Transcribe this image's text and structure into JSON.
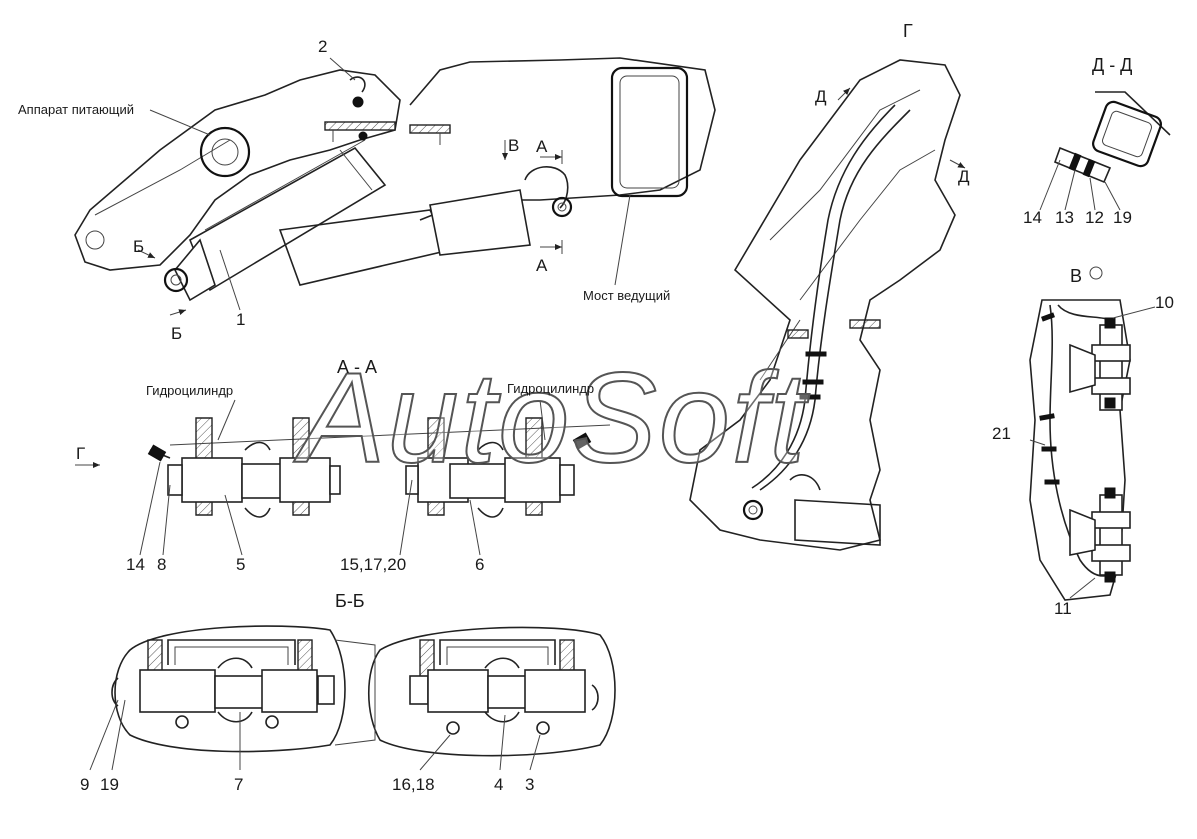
{
  "captions": {
    "apparatus": "Аппарат питающий",
    "axle": "Мост ведущий",
    "cylinder_left": "Гидроцилиндр",
    "cylinder_right": "Гидроцилиндр"
  },
  "sections": {
    "aa": "А - А",
    "bb": "Б-Б",
    "dd": "Д - Д",
    "view_g": "Г",
    "view_v": "В"
  },
  "cut_marks": {
    "a_top": "А",
    "a_bottom": "А",
    "b_top": "Б",
    "b_bottom": "Б",
    "v_arrow": "В",
    "d_top": "Д",
    "d_right": "Д",
    "g_arrow": "Г"
  },
  "callouts": {
    "c1": "1",
    "c2": "2",
    "c3": "3",
    "c4": "4",
    "c5": "5",
    "c6": "6",
    "c7": "7",
    "c8": "8",
    "c9": "9",
    "c10": "10",
    "c11": "11",
    "c14a": "14",
    "c14b": "14",
    "c13": "13",
    "c12": "12",
    "c19a": "19",
    "c19b": "19",
    "c21": "21",
    "c151720": "15,17,20",
    "c1618": "16,18"
  },
  "watermark": "AutoSoft"
}
